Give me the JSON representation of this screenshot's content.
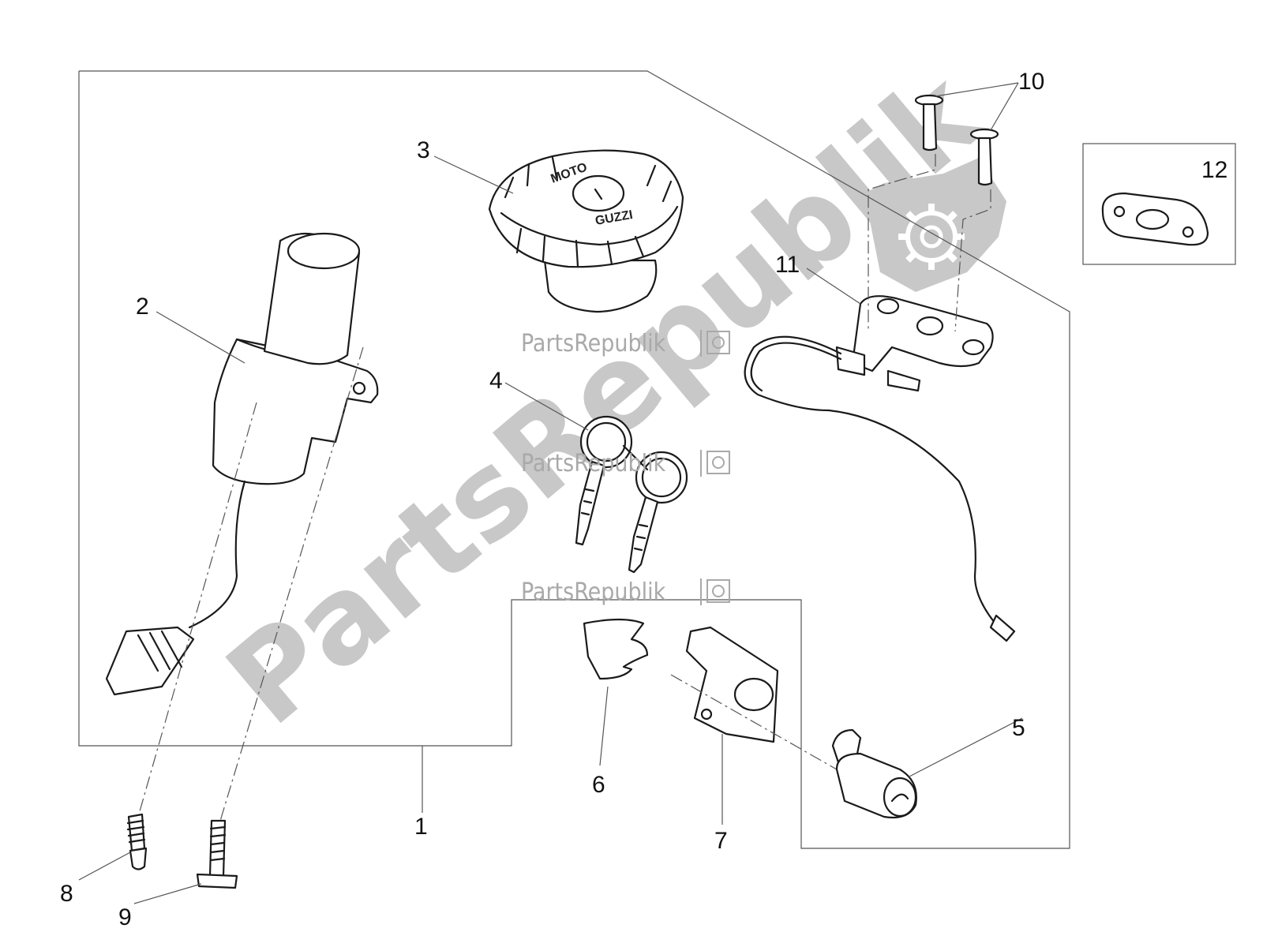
{
  "watermark": {
    "small_text": "PartsRepublik",
    "big_text": "PartsRepublik",
    "logo_icon": "gear-icon"
  },
  "callouts": [
    {
      "id": "1",
      "label": "1"
    },
    {
      "id": "2",
      "label": "2"
    },
    {
      "id": "3",
      "label": "3"
    },
    {
      "id": "4",
      "label": "4"
    },
    {
      "id": "5",
      "label": "5"
    },
    {
      "id": "6",
      "label": "6"
    },
    {
      "id": "7",
      "label": "7"
    },
    {
      "id": "8",
      "label": "8"
    },
    {
      "id": "9",
      "label": "9"
    },
    {
      "id": "10",
      "label": "10"
    },
    {
      "id": "11",
      "label": "11"
    },
    {
      "id": "12",
      "label": "12"
    }
  ],
  "cap_text": {
    "top": "MOTO",
    "bottom": "GUZZI"
  },
  "colors": {
    "line": "#1a1a1a",
    "watermark": "#c8c8c8",
    "background": "#ffffff"
  }
}
